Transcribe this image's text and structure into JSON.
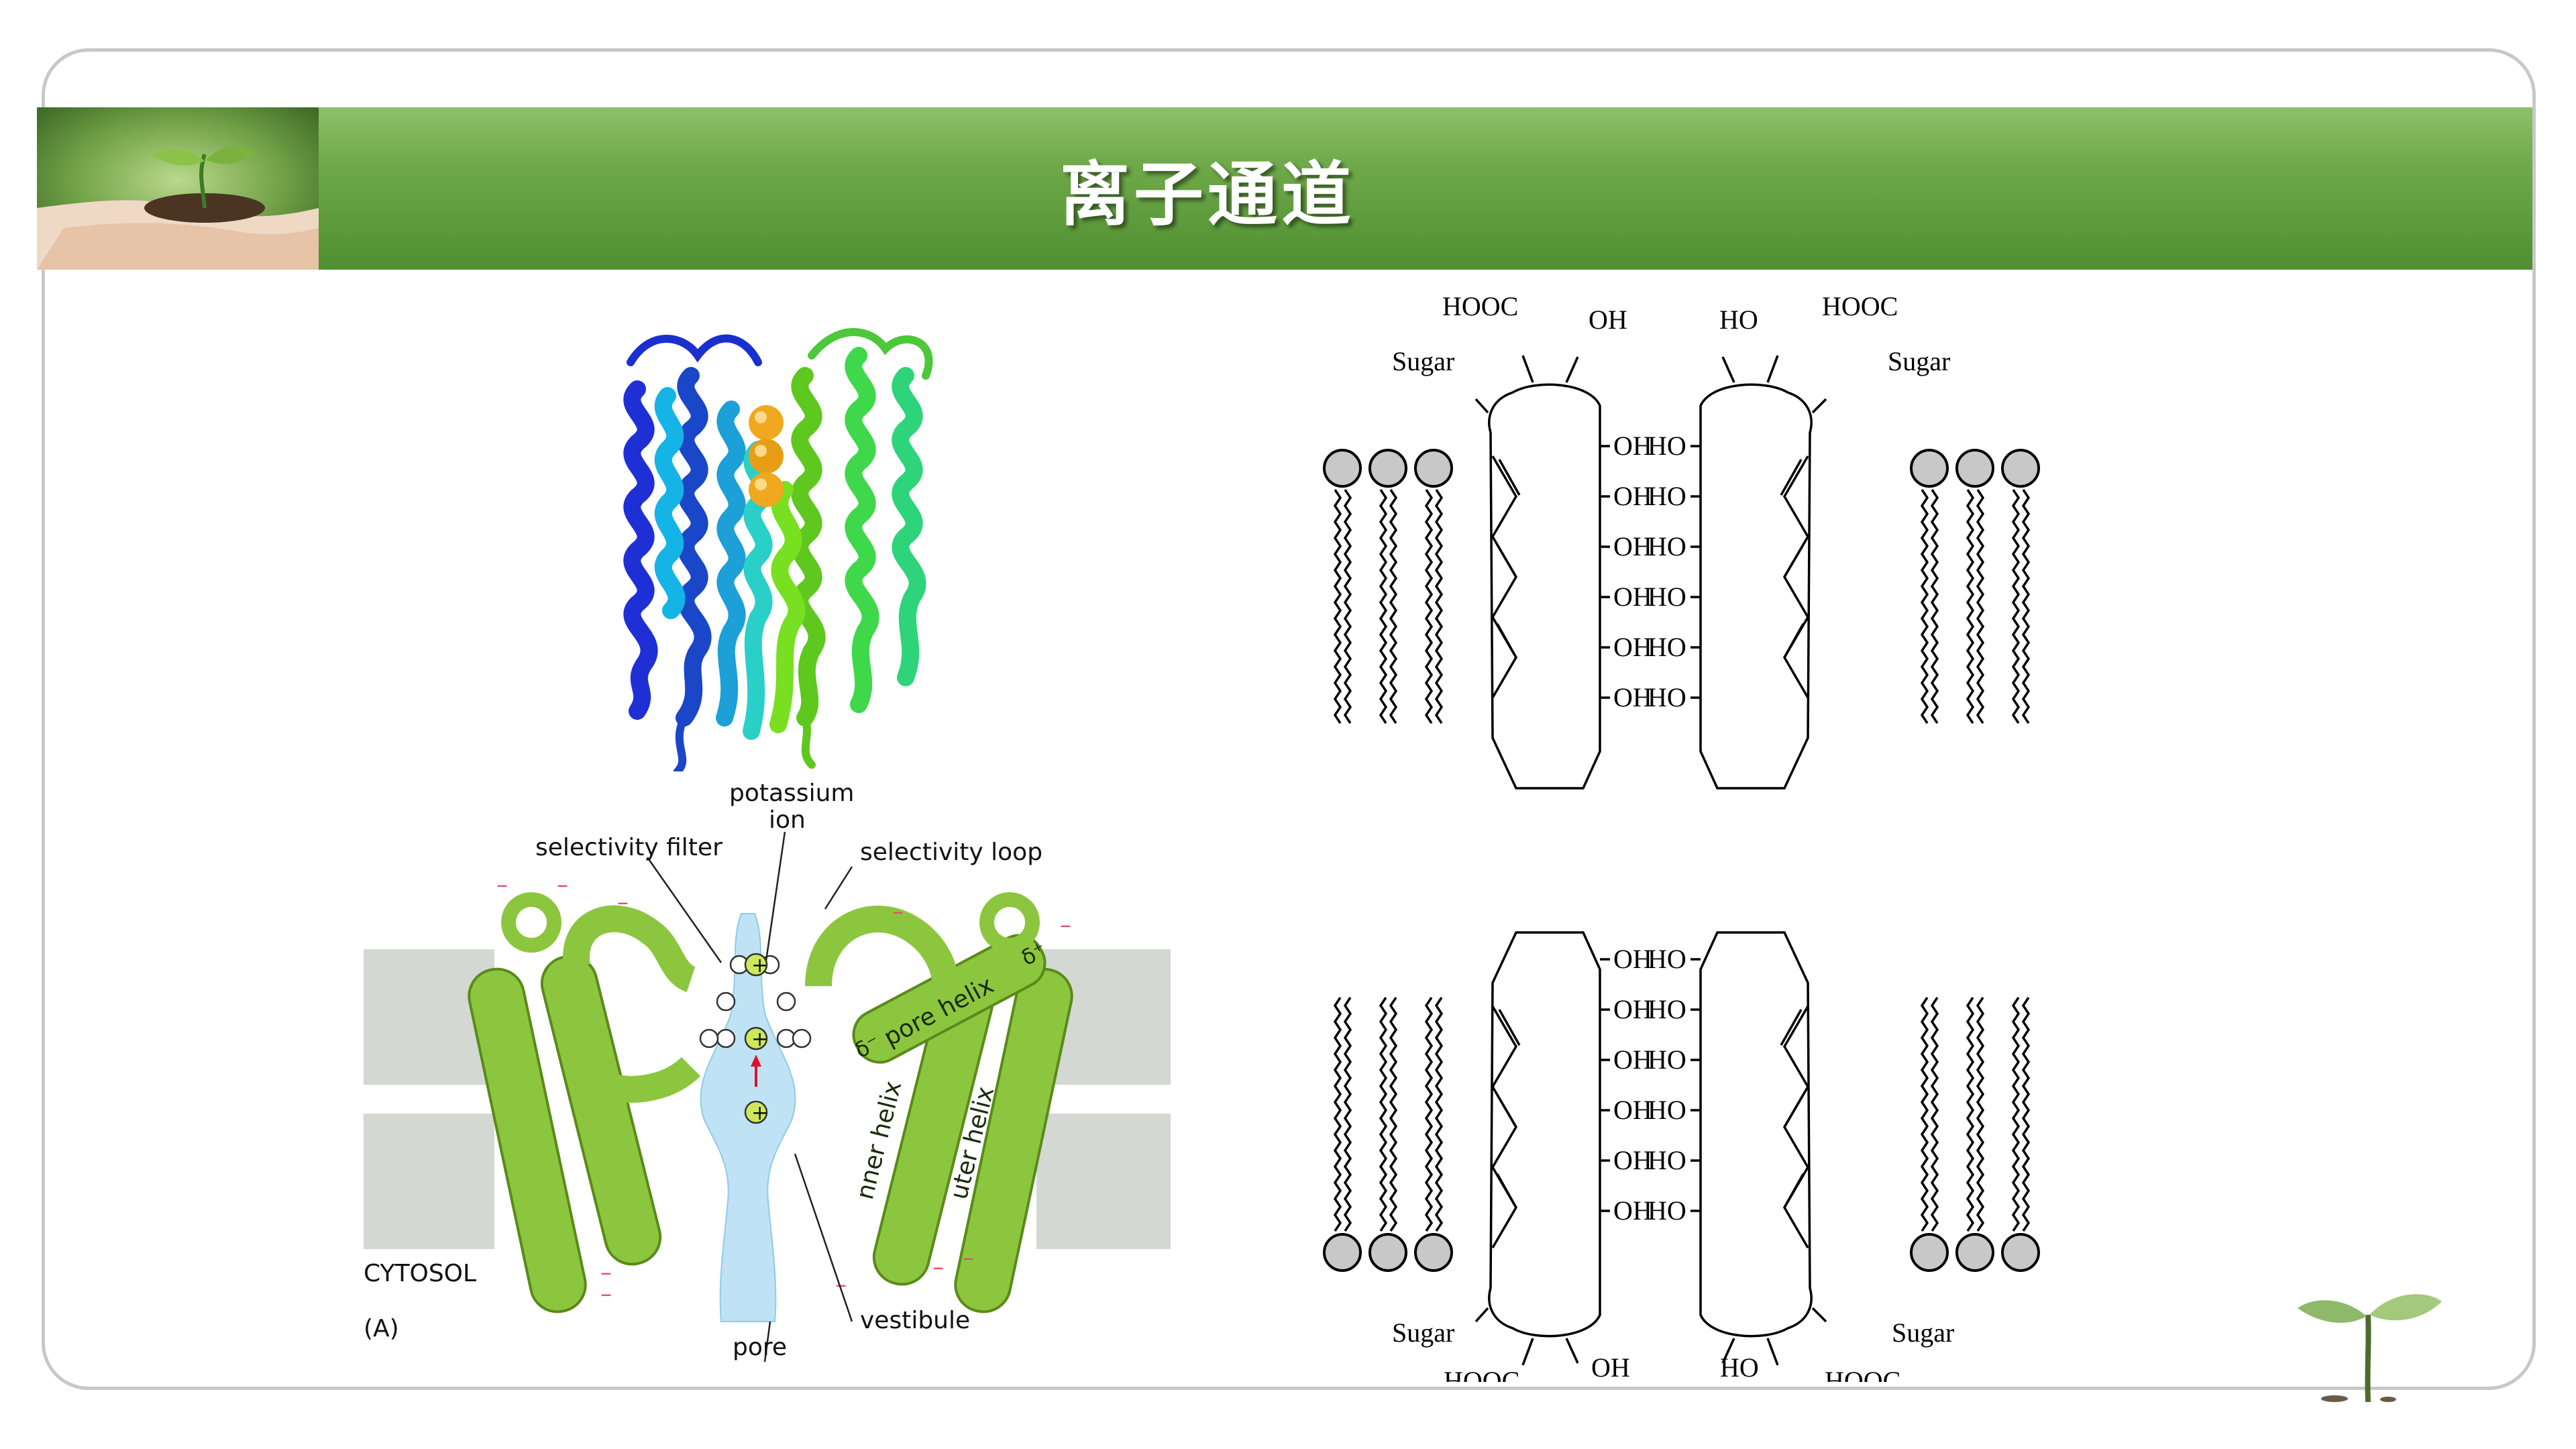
{
  "title": "离子通道",
  "channel_diagram": {
    "potassium_ion": "potassium\nion",
    "potassium_ion_line1": "potassium",
    "potassium_ion_line2": "ion",
    "selectivity_filter": "selectivity filter",
    "selectivity_loop": "selectivity loop",
    "pore_helix": "pore helix",
    "inner_helix": "nner helix",
    "outer_helix": "uter helix",
    "cytosol": "CYTOSOL",
    "panel": "(A)",
    "pore": "pore",
    "vestibule": "vestibule",
    "delta_minus": "δ⁻",
    "delta_plus": "δ⁺",
    "plus": "+",
    "minus": "–"
  },
  "chemistry": {
    "hooc": "HOOC",
    "oh": "OH",
    "ho": "HO",
    "sugar": "Sugar",
    "oh_side": "OH",
    "ho_side": "HO"
  }
}
